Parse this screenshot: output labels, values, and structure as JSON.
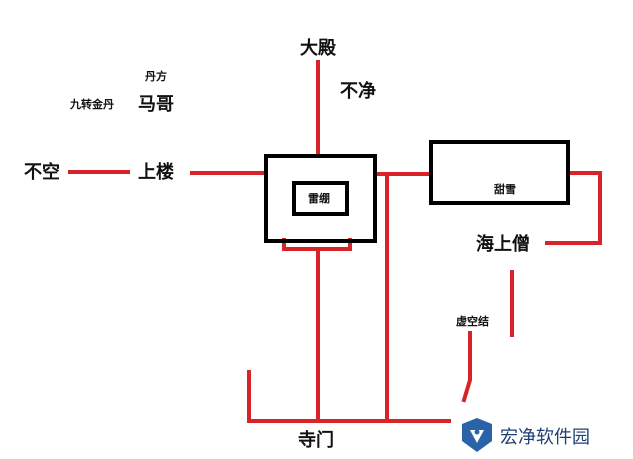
{
  "diagram": {
    "colors": {
      "path": "#d8232a",
      "box": "#000000",
      "text": "#111111"
    },
    "labels": {
      "dadian": "大殿",
      "bujing": "不净",
      "danfang": "丹方",
      "jiuzhuan": "九转金丹",
      "mage": "马哥",
      "bukong": "不空",
      "shanglou": "上楼",
      "leibeng": "雷绷",
      "tianxue": "甜雪",
      "haishangseng": "海上僧",
      "xukongjie": "虚空结",
      "simen": "寺门"
    }
  },
  "watermark": {
    "text": "宏净软件园",
    "icon": "shield-logo-icon"
  }
}
